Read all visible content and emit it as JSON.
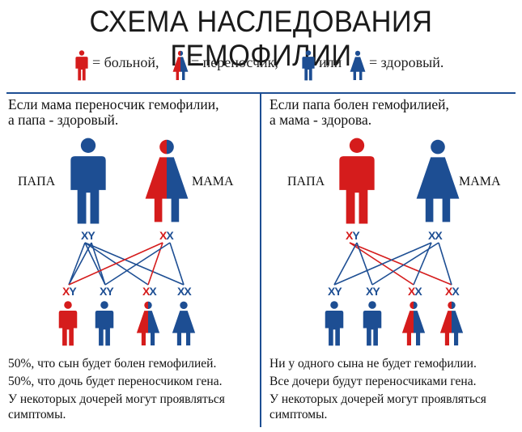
{
  "title": "СХЕМА НАСЛЕДОВАНИЯ ГЕМОФИЛИИ",
  "legend": {
    "sick": "= больной,",
    "carrier": "= переносчик,",
    "or": "или",
    "healthy": "= здоровый."
  },
  "colors": {
    "red": "#d51c1c",
    "blue": "#1d4e93"
  },
  "left": {
    "heading": "Если мама переносчик гемофилии,\nа папа - здоровый.",
    "father_label": "ПАПА",
    "mother_label": "МАМА",
    "father_genotype": [
      "X",
      "Y"
    ],
    "mother_genotype": [
      "X",
      "X"
    ],
    "children": [
      {
        "genotype": [
          "X",
          "Y"
        ],
        "status": "sick-male"
      },
      {
        "genotype": [
          "X",
          "Y"
        ],
        "status": "healthy-male"
      },
      {
        "genotype": [
          "X",
          "X"
        ],
        "status": "carrier-female"
      },
      {
        "genotype": [
          "X",
          "X"
        ],
        "status": "healthy-female"
      }
    ],
    "results": [
      "50%, что сын будет болен гемофилией.",
      "50%, что дочь будет переносчиком гена.",
      "У некоторых дочерей могут проявляться симптомы."
    ]
  },
  "right": {
    "heading": "Если папа болен гемофилией,\nа мама - здорова.",
    "father_label": "ПАПА",
    "mother_label": "МАМА",
    "father_genotype": [
      "X",
      "Y"
    ],
    "mother_genotype": [
      "X",
      "X"
    ],
    "children": [
      {
        "genotype": [
          "X",
          "Y"
        ],
        "status": "healthy-male"
      },
      {
        "genotype": [
          "X",
          "Y"
        ],
        "status": "healthy-male"
      },
      {
        "genotype": [
          "X",
          "X"
        ],
        "status": "carrier-female"
      },
      {
        "genotype": [
          "X",
          "X"
        ],
        "status": "carrier-female"
      }
    ],
    "results": [
      "Ни у одного сына не будет гемофилии.",
      "Все дочери будут переносчиками гена.",
      "У некоторых дочерей могут проявляться симптомы."
    ]
  }
}
